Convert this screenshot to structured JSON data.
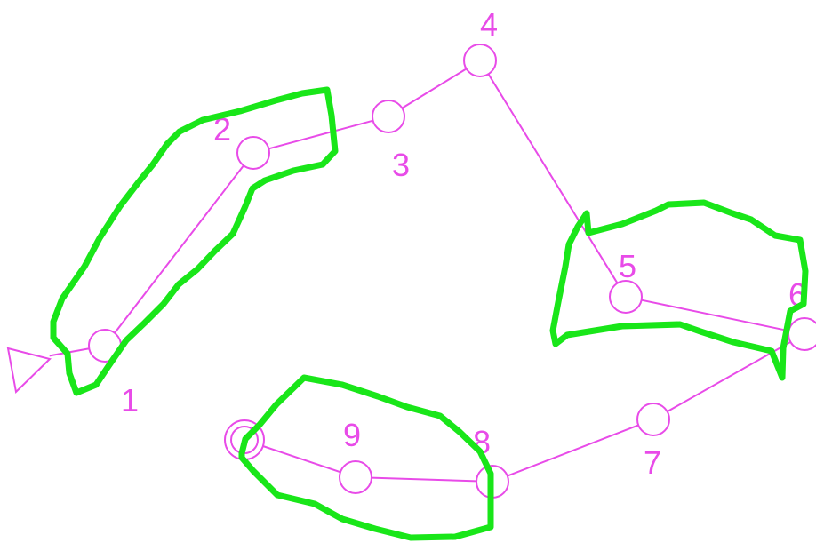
{
  "colors": {
    "graph": "#e84be8",
    "highlight": "#19e619",
    "background": "#ffffff"
  },
  "start_marker": "triangle-icon",
  "end_marker": "double-circle-icon",
  "nodes": [
    {
      "id": "start",
      "label": ""
    },
    {
      "id": "n1",
      "label": "1"
    },
    {
      "id": "n2",
      "label": "2"
    },
    {
      "id": "n3",
      "label": "3"
    },
    {
      "id": "n4",
      "label": "4"
    },
    {
      "id": "n5",
      "label": "5"
    },
    {
      "id": "n6",
      "label": "6"
    },
    {
      "id": "n7",
      "label": "7"
    },
    {
      "id": "n8",
      "label": "8"
    },
    {
      "id": "n9",
      "label": "9"
    },
    {
      "id": "end",
      "label": ""
    }
  ],
  "edges": [
    [
      "start",
      "n1"
    ],
    [
      "n1",
      "n2"
    ],
    [
      "n2",
      "n3"
    ],
    [
      "n3",
      "n4"
    ],
    [
      "n4",
      "n5"
    ],
    [
      "n5",
      "n6"
    ],
    [
      "n6",
      "n7"
    ],
    [
      "n7",
      "n8"
    ],
    [
      "n8",
      "n9"
    ],
    [
      "n9",
      "end"
    ]
  ],
  "highlight_groups": [
    {
      "id": "group-a",
      "nodes": [
        "n1",
        "n2"
      ]
    },
    {
      "id": "group-b",
      "nodes": [
        "n5",
        "n6"
      ]
    },
    {
      "id": "group-c",
      "nodes": [
        "n9",
        "n8",
        "end"
      ]
    }
  ]
}
